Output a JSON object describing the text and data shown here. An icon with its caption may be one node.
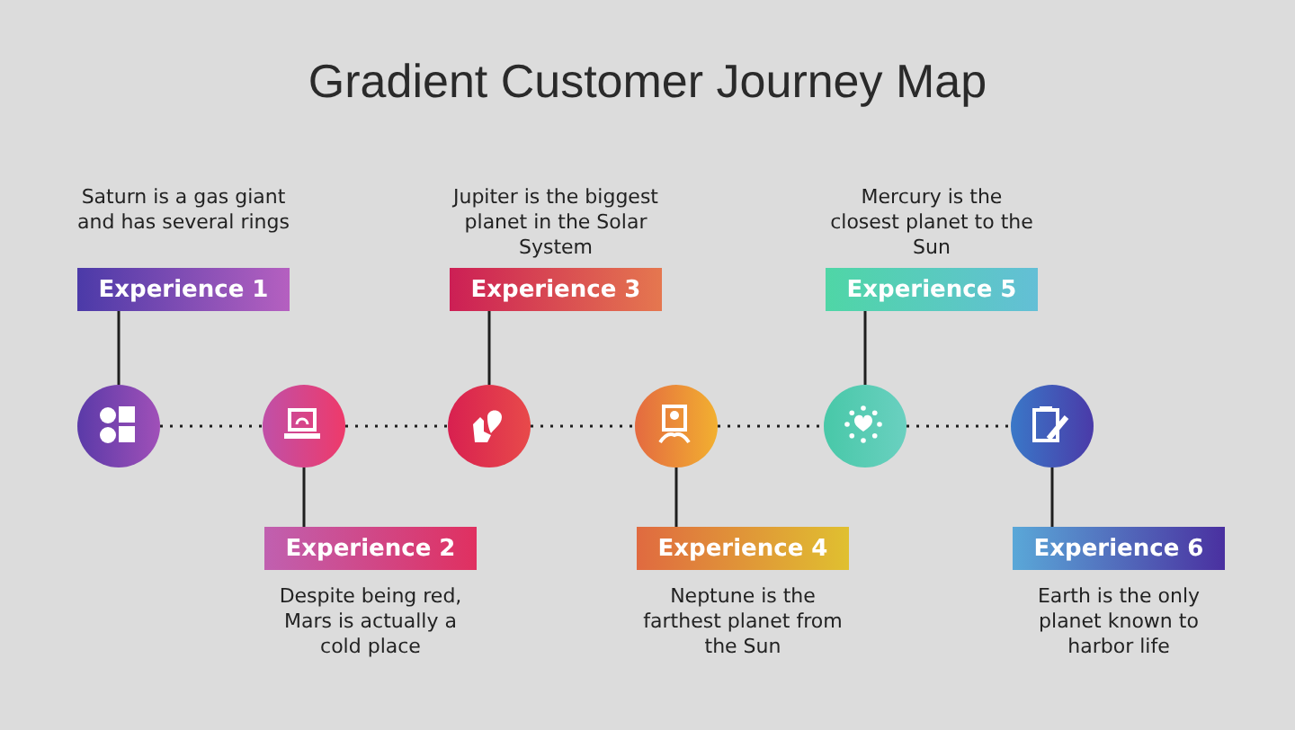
{
  "diagram": {
    "title": "Gradient Customer Journey Map",
    "nodes": [
      {
        "text": [
          "Experience 1"
        ],
        "beside": [
          "Saturn is a gas giant and has several rings"
        ]
      },
      {
        "text": [
          "Experience 3"
        ],
        "beside": [
          "Jupiter is the biggest planet in the Solar System"
        ]
      },
      {
        "text": [
          "Experience 5"
        ],
        "beside": [
          "Mercury is the closest planet to the Sun"
        ]
      },
      {
        "text": [],
        "shape": "circle"
      },
      {
        "text": [],
        "shape": "circle"
      },
      {
        "text": [],
        "shape": "circle"
      },
      {
        "text": [],
        "shape": "circle"
      },
      {
        "text": [],
        "shape": "circle"
      },
      {
        "text": [],
        "shape": "circle"
      },
      {
        "text": [
          "Experience 2"
        ],
        "beside": [
          "Despite being red, Mars is actually a cold place"
        ]
      },
      {
        "text": [
          "Experience 4"
        ],
        "beside": [
          "Neptune is the farthest planet from the Sun"
        ]
      },
      {
        "text": [
          "Experience 6"
        ],
        "beside": [
          "Earth is the only planet known to harbor life"
        ]
      }
    ],
    "edges": [
      {
        "from": 0,
        "to": 3,
        "arrow": "none"
      },
      {
        "from": 1,
        "to": 5,
        "arrow": "none"
      },
      {
        "from": 2,
        "to": 7,
        "arrow": "none"
      },
      {
        "from": 4,
        "to": 9,
        "arrow": "none"
      },
      {
        "from": 6,
        "to": 10,
        "arrow": "none"
      },
      {
        "from": 8,
        "to": 11,
        "arrow": "none"
      },
      {
        "from": 3,
        "to": 4,
        "arrow": "none",
        "style": "dashed"
      },
      {
        "from": 4,
        "to": 5,
        "arrow": "none",
        "style": "dashed"
      },
      {
        "from": 5,
        "to": 6,
        "arrow": "none",
        "style": "dashed"
      },
      {
        "from": 6,
        "to": 7,
        "arrow": "none",
        "style": "dashed"
      },
      {
        "from": 7,
        "to": 8,
        "arrow": "none",
        "style": "dashed"
      }
    ]
  }
}
